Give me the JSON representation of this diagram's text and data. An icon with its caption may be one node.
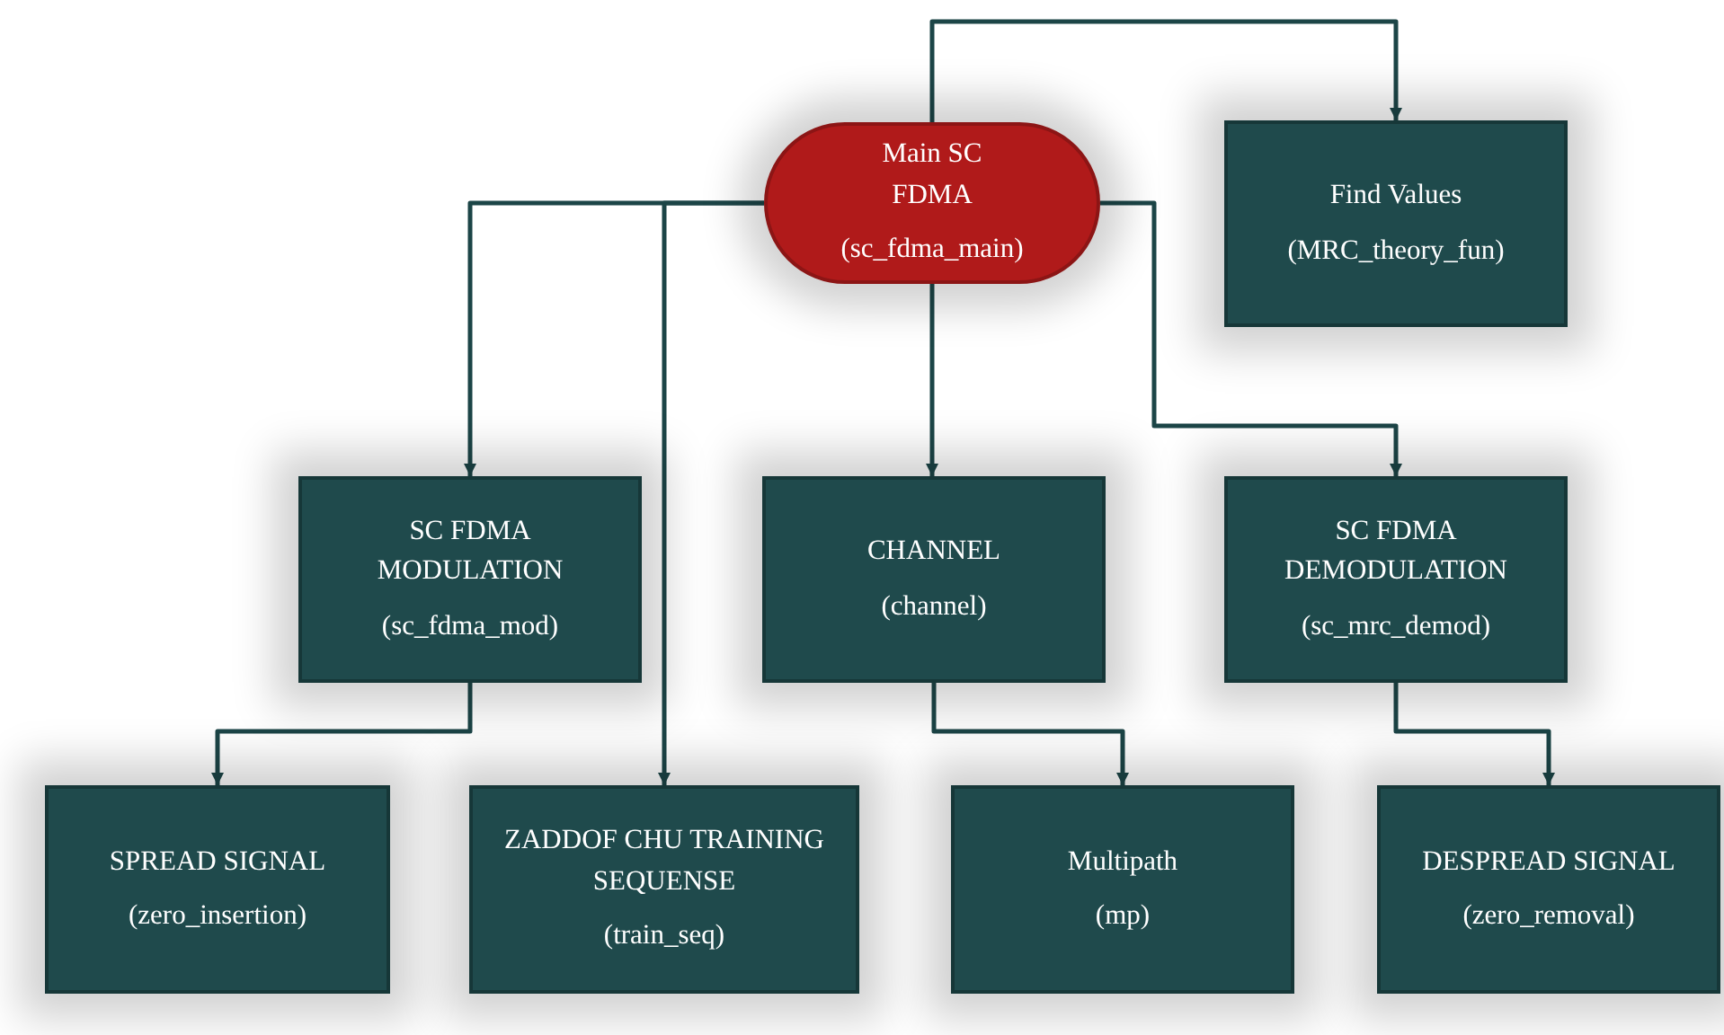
{
  "diagram": {
    "nodes": [
      {
        "text": [
          "Main SC FDMA",
          "(sc_fdma_main)"
        ]
      },
      {
        "text": [
          "Find Values",
          "(MRC_theory_fun)"
        ]
      },
      {
        "text": [
          "SC FDMA MODULATION",
          "(sc_fdma_mod)"
        ]
      },
      {
        "text": [
          "CHANNEL",
          "(channel)"
        ]
      },
      {
        "text": [
          "SC FDMA DEMODULATION",
          "(sc_mrc_demod)"
        ]
      },
      {
        "text": [
          "SPREAD SIGNAL",
          "(zero_insertion)"
        ]
      },
      {
        "text": [
          "ZADDOF CHU TRAINING SEQUENSE",
          "(train_seq)"
        ]
      },
      {
        "text": [
          "Multipath",
          "(mp)"
        ]
      },
      {
        "text": [
          "DESPREAD SIGNAL",
          "(zero_removal)"
        ]
      }
    ],
    "edges": [
      {
        "from": 0,
        "to": 1,
        "arrow": "to"
      },
      {
        "from": 0,
        "to": 2,
        "arrow": "to"
      },
      {
        "from": 0,
        "to": 6,
        "arrow": "to"
      },
      {
        "from": 0,
        "to": 3,
        "arrow": "to"
      },
      {
        "from": 0,
        "to": 4,
        "arrow": "to"
      },
      {
        "from": 2,
        "to": 5,
        "arrow": "to"
      },
      {
        "from": 3,
        "to": 7,
        "arrow": "to"
      },
      {
        "from": 4,
        "to": 8,
        "arrow": "to"
      }
    ]
  }
}
